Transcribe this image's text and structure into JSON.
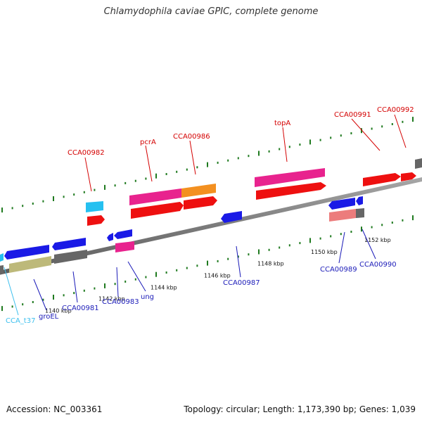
{
  "title": "Chlamydophila caviae GPIC, complete genome",
  "footer": {
    "accession": "Accession: NC_003361",
    "summary": "Topology: circular; Length: 1,173,390 bp; Genes: 1,039"
  },
  "scale_labels": [
    "1140 kbp",
    "1142 kbp",
    "1144 kbp",
    "1146 kbp",
    "1148 kbp",
    "1150 kbp",
    "1152 kbp"
  ],
  "colors": {
    "forward_label": "#d40000",
    "reverse_label": "#1a1ab8",
    "trna_label": "#3ec0ee",
    "backbone": "#808080",
    "red": "#ee1010",
    "pink": "#e8238e",
    "orange": "#f39020",
    "blue": "#1a1ae6",
    "cyan": "#25c0f0",
    "khaki": "#bdb97a",
    "gray": "#666666",
    "salmon": "#ec7c7c"
  },
  "gene_labels": {
    "forward": [
      "CCA00982",
      "pcrA",
      "CCA00986",
      "topA",
      "CCA00991",
      "CCA00992"
    ],
    "reverse": [
      "CCA_t37",
      "groEL",
      "CCA00981",
      "CCA00983",
      "ung",
      "CCA00987",
      "CCA00989",
      "CCA00990"
    ]
  }
}
